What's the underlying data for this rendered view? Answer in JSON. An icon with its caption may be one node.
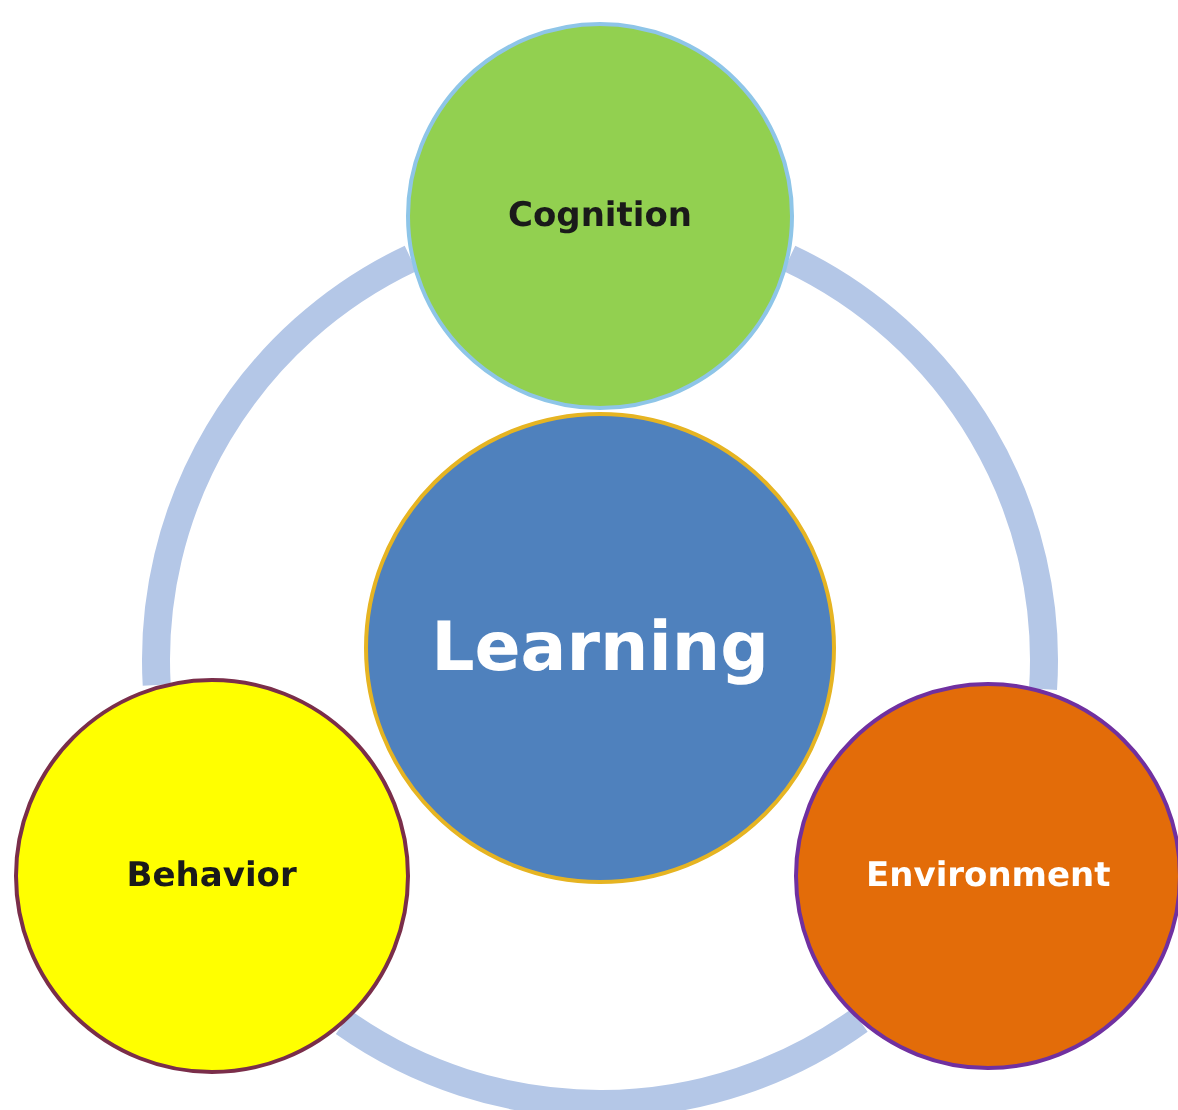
{
  "diagram": {
    "nodes": [
      {
        "text": [
          "Cognition"
        ]
      },
      {
        "text": [
          "Learning"
        ]
      },
      {
        "text": [
          "Behavior"
        ]
      },
      {
        "text": [
          "Environment"
        ]
      }
    ],
    "edges": [
      {
        "from": 0,
        "to": 3,
        "arrow": "none",
        "color": "#b4c7e7"
      },
      {
        "from": 3,
        "to": 2,
        "arrow": "none",
        "color": "#b4c7e7"
      },
      {
        "from": 2,
        "to": 0,
        "arrow": "none",
        "color": "#b4c7e7"
      }
    ]
  }
}
